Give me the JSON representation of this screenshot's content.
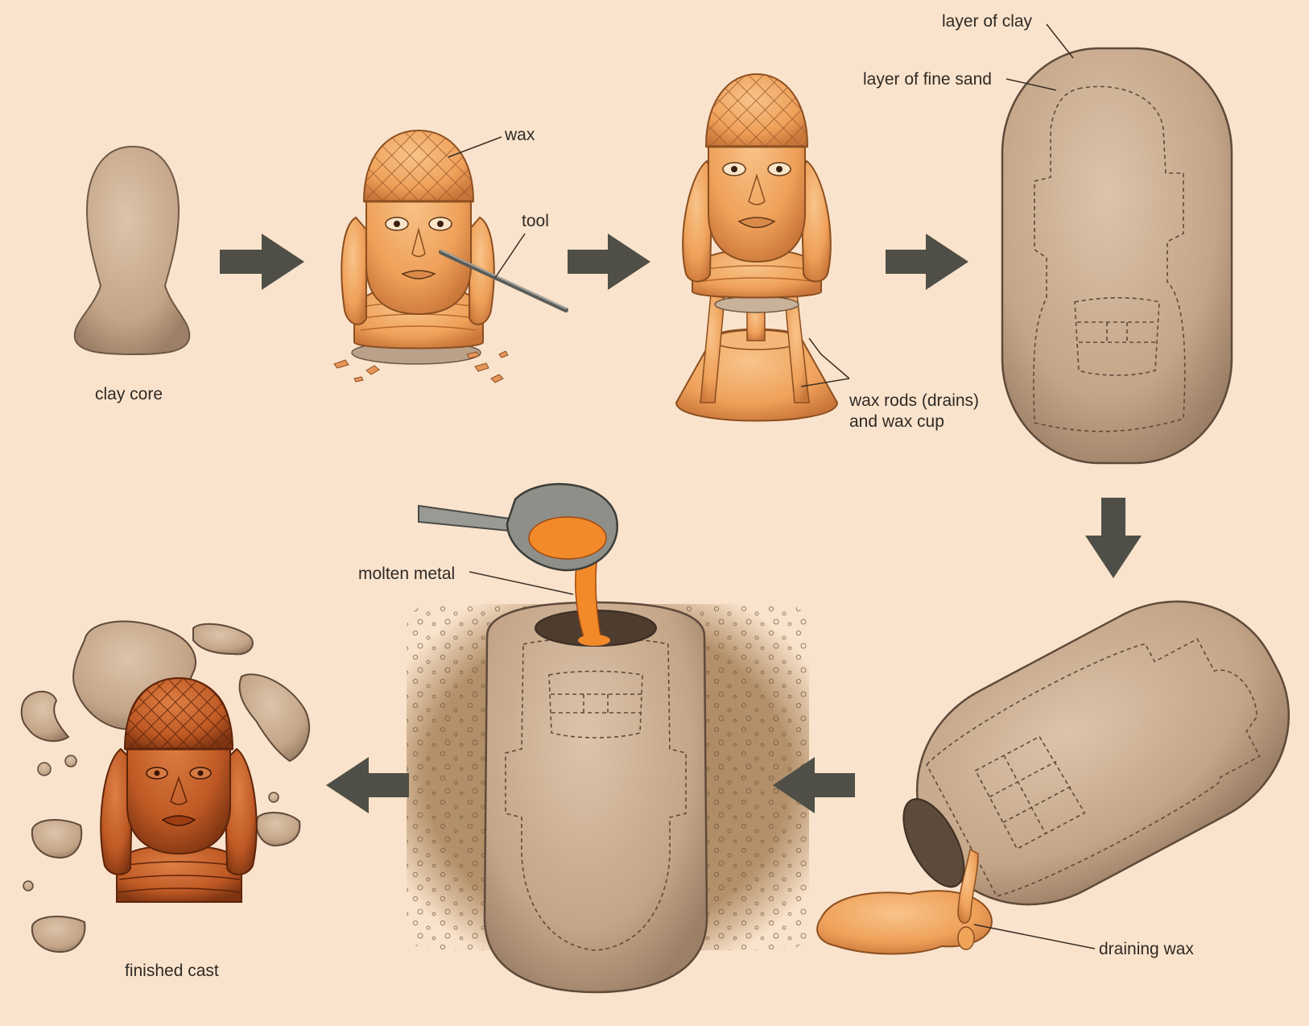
{
  "colors": {
    "background": "#fae3cc",
    "arrow": "#4f4f47",
    "clay": "#c9ab8f",
    "clay_light": "#dbc2a8",
    "clay_dark": "#8f7560",
    "wax": "#f0a45a",
    "wax_light": "#f6bd7c",
    "wax_dark": "#b8682c",
    "bronze": "#c4622a",
    "bronze_dark": "#7a3412",
    "molten": "#f08a2e",
    "soil": "#9c7a52",
    "line": "#4a3b2e"
  },
  "labels": {
    "clay_core": "clay core",
    "wax": "wax",
    "tool": "tool",
    "wax_rods": "wax rods (drains)\nand wax cup",
    "layer_of_clay": "layer of clay",
    "layer_of_fine_sand": "layer of fine sand",
    "draining_wax": "draining wax",
    "molten_metal": "molten metal",
    "finished_cast": "finished cast"
  },
  "steps": [
    {
      "label": "clay core",
      "icon": "clay-core-bust-icon"
    },
    {
      "label": "wax",
      "icon": "wax-head-with-tool-icon"
    },
    {
      "label": "wax rods (drains) and wax cup",
      "icon": "wax-head-on-stand-icon"
    },
    {
      "label": "layer of clay",
      "icon": "clay-mould-icon"
    },
    {
      "label": "draining wax",
      "icon": "tilted-mould-icon"
    },
    {
      "label": "molten metal",
      "icon": "mould-in-ground-icon"
    },
    {
      "label": "finished cast",
      "icon": "bronze-head-icon"
    }
  ],
  "icons": {
    "arrow": "thick-arrow-icon",
    "ladle": "ladle-icon"
  }
}
